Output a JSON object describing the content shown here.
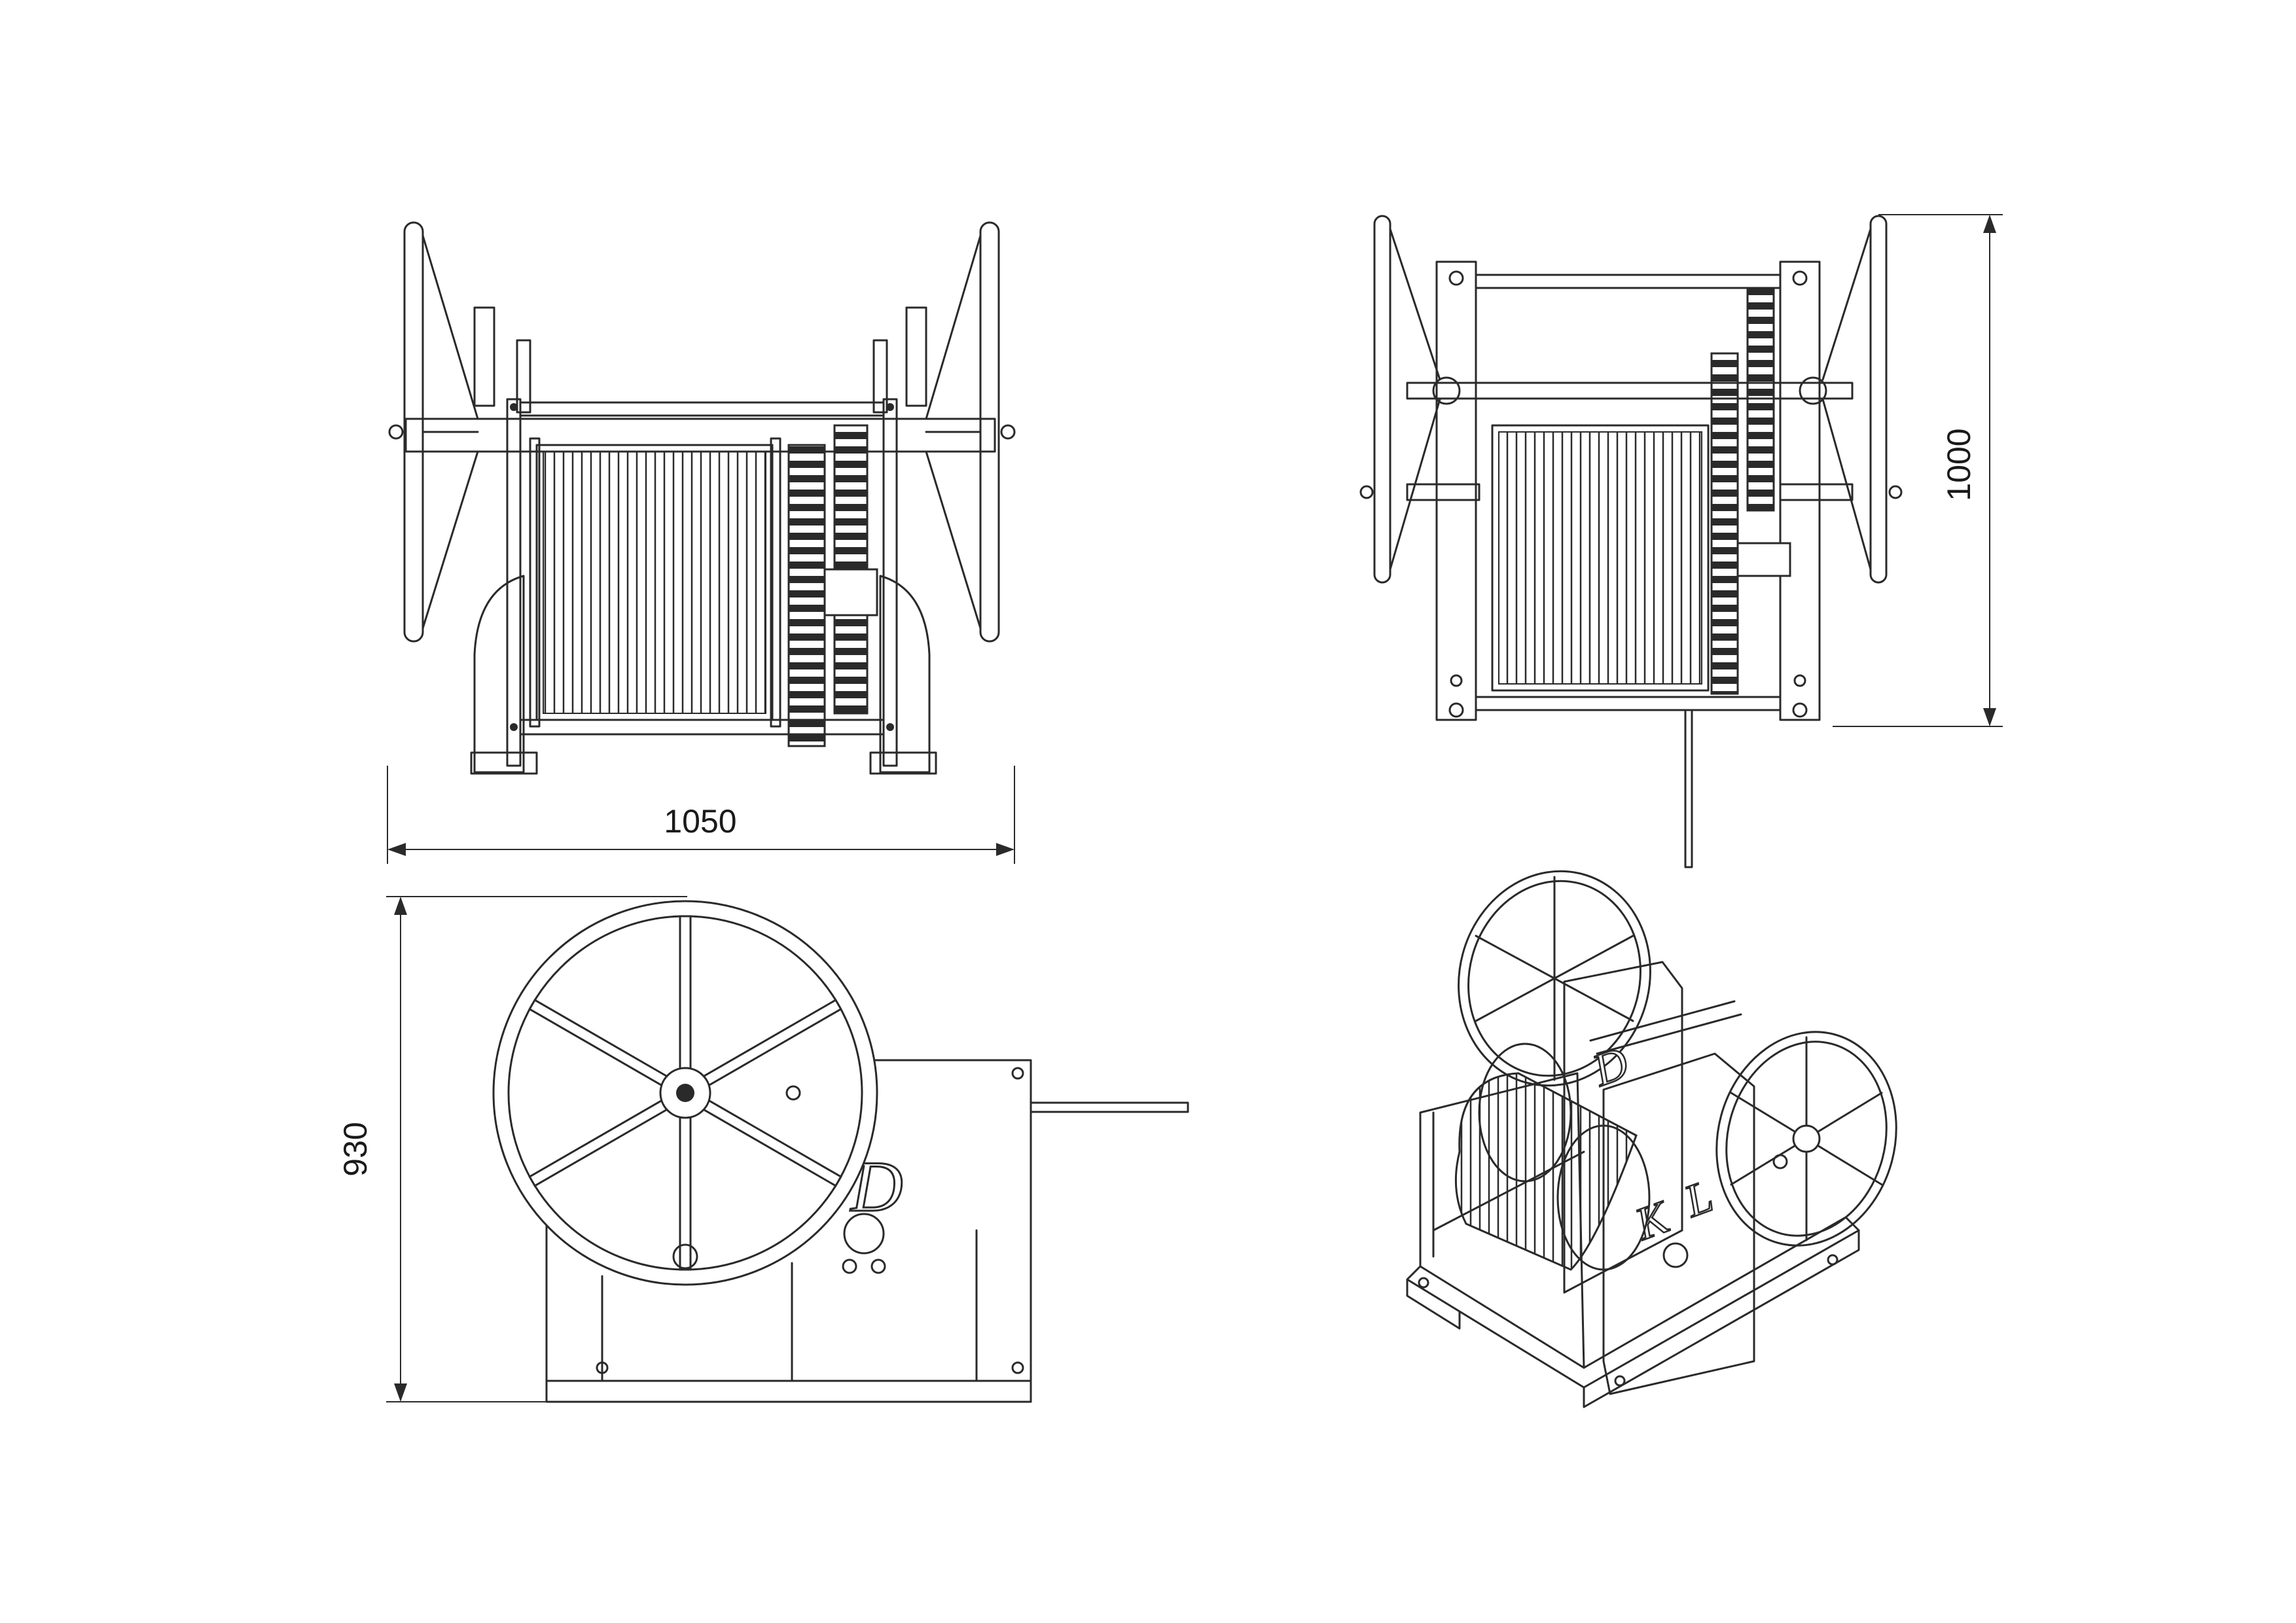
{
  "dimensions": {
    "width": "1050",
    "height_side": "930",
    "height_end": "1000"
  },
  "logo": {
    "letters": [
      "K",
      "L",
      "D"
    ]
  },
  "views": [
    {
      "id": "front-view"
    },
    {
      "id": "end-view"
    },
    {
      "id": "side-view"
    },
    {
      "id": "isometric-view"
    }
  ]
}
